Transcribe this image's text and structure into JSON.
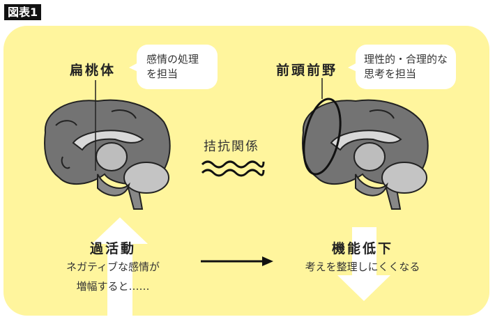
{
  "figure_label": "図表1",
  "left": {
    "term": "扁桃体",
    "bubble": [
      "感情の処理",
      "を担当"
    ],
    "state_title": "過活動",
    "state_lines": [
      "ネガティブな感情が",
      "増幅すると……"
    ]
  },
  "right": {
    "term": "前頭前野",
    "bubble": [
      "理性的・合理的な",
      "思考を担当"
    ],
    "state_title": "機能低下",
    "state_lines": [
      "考えを整理しにくくなる"
    ]
  },
  "relation": "拮抗関係",
  "colors": {
    "panel": "#fff59d",
    "brain": "#707070",
    "brain_light": "#c8c8c8"
  }
}
